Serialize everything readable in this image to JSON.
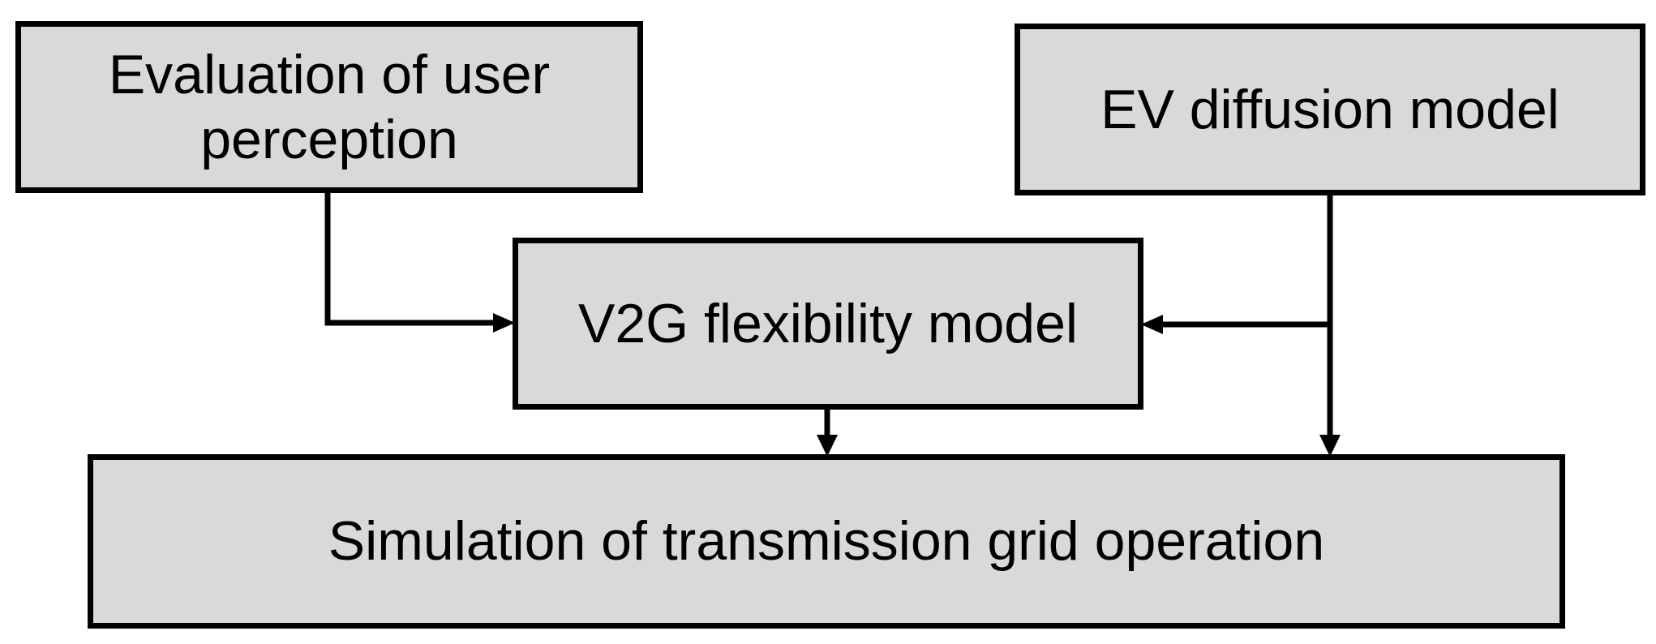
{
  "boxes": {
    "evaluation": {
      "line1": "Evaluation of user",
      "line2": "perception"
    },
    "ev_diffusion": {
      "label": "EV diffusion model"
    },
    "v2g": {
      "label": "V2G flexibility model"
    },
    "simulation": {
      "label": "Simulation of transmission grid operation"
    }
  },
  "colors": {
    "box_fill": "#d9d9d9",
    "stroke": "#000000",
    "background": "#ffffff"
  }
}
